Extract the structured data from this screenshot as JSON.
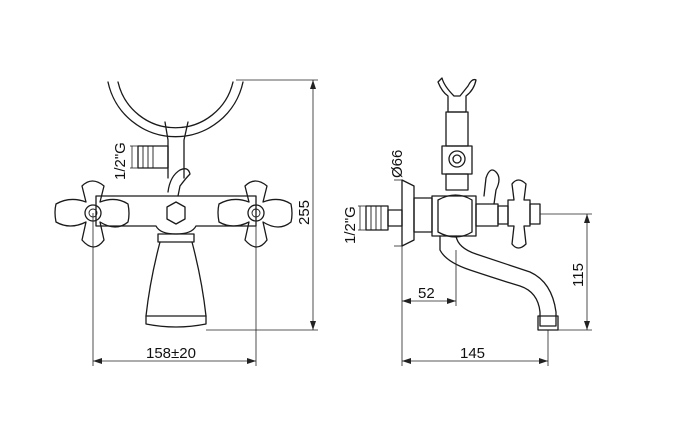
{
  "dimensions": {
    "thread_left": "1/2\"G",
    "thread_right": "1/2\"G",
    "center_distance": "158±20",
    "height_total": "255",
    "flange_diameter": "Ø66",
    "wall_offset": "52",
    "spout_reach": "145",
    "spout_height": "115"
  }
}
